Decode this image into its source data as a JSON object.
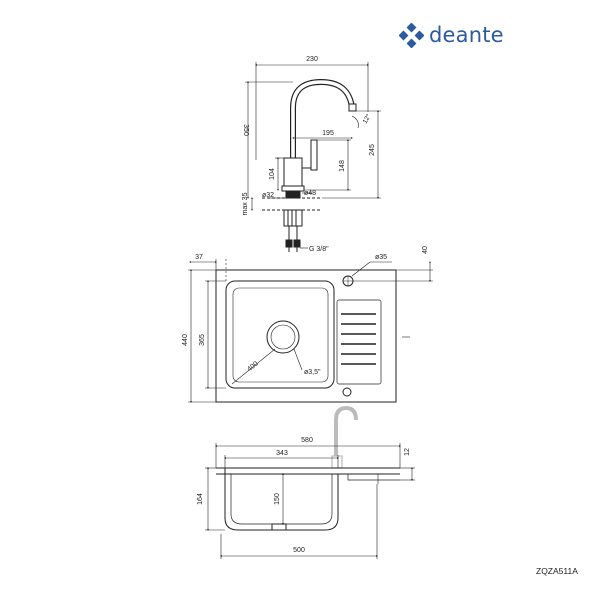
{
  "brand": {
    "name": "deante",
    "color": "#2c5aa0"
  },
  "model_code": "ZQZA511A",
  "faucet": {
    "reach": "230",
    "total_height": "350",
    "spout_height": "245",
    "reach_to_handle": "195",
    "handle_height": "148",
    "body_height": "104",
    "body_diameter": "ø48",
    "hole_diameter": "ø32",
    "max_thickness": "max 35",
    "thread": "G 3/8\"",
    "swivel_angle": "12°"
  },
  "plan": {
    "tap_hole": "ø35",
    "edge_offset": "40",
    "bowl_offset": "37",
    "depth": "440",
    "bowl_depth": "365",
    "bowl_width": "400",
    "drain": "ø3,5\""
  },
  "section": {
    "overall_width": "580",
    "bowl_width": "343",
    "rim": "12",
    "height": "164",
    "bowl_depth": "150",
    "cabinet": "500"
  }
}
